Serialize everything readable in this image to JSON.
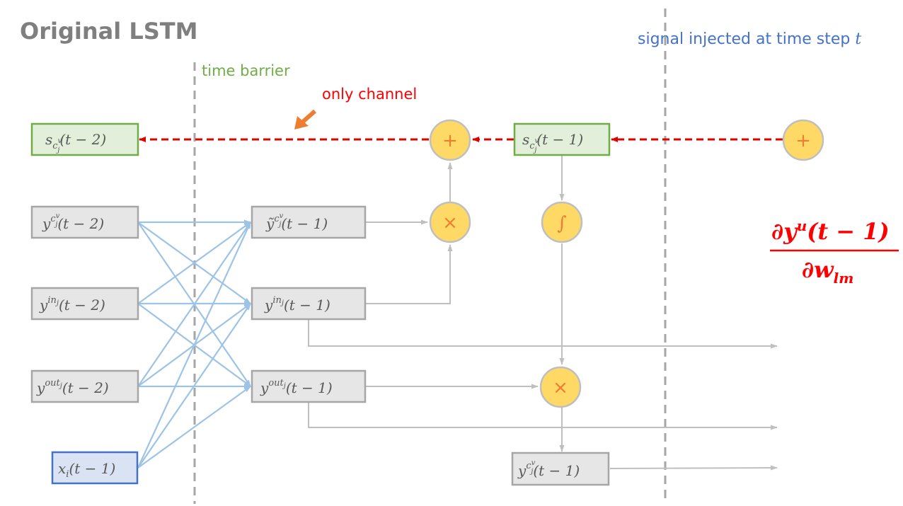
{
  "title": "Original LSTM",
  "annotations": {
    "time_barrier": "time barrier",
    "only_channel": "only channel",
    "signal_injected": "signal injected at time step ",
    "signal_injected_var": "t"
  },
  "boxes": {
    "s_prev2": {
      "base": "s",
      "sub": "c",
      "subsup": "v",
      "subsub": "j",
      "arg": "(t − 2)"
    },
    "s_prev1": {
      "base": "s",
      "sub": "c",
      "subsup": "v",
      "subsub": "j",
      "arg": "(t − 1)"
    },
    "y_c_prev2": {
      "base": "y",
      "sup": "c",
      "supsup": "v",
      "supsub": "j",
      "arg": "(t − 2)"
    },
    "y_in_prev2": {
      "base": "y",
      "sup": "in",
      "supsub": "j",
      "arg": "(t − 2)"
    },
    "y_out_prev2": {
      "base": "y",
      "sup": "out",
      "supsub": "j",
      "arg": "(t − 2)"
    },
    "x_prev1": {
      "base": "x",
      "sub": "i",
      "arg": "(t − 1)"
    },
    "y_tilde_prev1": {
      "base": "ỹ",
      "sup": "c",
      "supsup": "v",
      "supsub": "j",
      "arg": "(t − 1)"
    },
    "y_in_prev1": {
      "base": "y",
      "sup": "in",
      "supsub": "j",
      "arg": "(t − 1)"
    },
    "y_out_prev1": {
      "base": "y",
      "sup": "out",
      "supsub": "j",
      "arg": "(t − 1)"
    },
    "y_c_prev1": {
      "base": "y",
      "sup": "c",
      "supsup": "v",
      "supsub": "j",
      "arg": "(t − 1)"
    }
  },
  "operators": {
    "plus_left": "+",
    "multiply_top": "×",
    "integral": "∫",
    "multiply_bottom": "×",
    "plus_right": "+"
  },
  "derivative": {
    "numerator_base": "∂y",
    "numerator_sup": "u",
    "numerator_arg": "(t − 1)",
    "denominator_base": "∂w",
    "denominator_sub": "lm"
  },
  "colors": {
    "gray_box_fill": "#e7e6e6",
    "gray_box_border": "#a6a6a6",
    "green_box_fill": "#e2efda",
    "green_border": "#70ad47",
    "blue_box_fill": "#dae3f3",
    "blue_border": "#4472c4",
    "operator_fill": "#ffd966",
    "operator_border": "#bfbfbf",
    "operator_symbol": "#ed7d31",
    "red_dashed": "#e00000",
    "barrier": "#a6a6a6",
    "light_blue_lines": "#9dc3e6",
    "gray_arrows": "#bfbfbf",
    "orange_arrow": "#ed7d31"
  }
}
